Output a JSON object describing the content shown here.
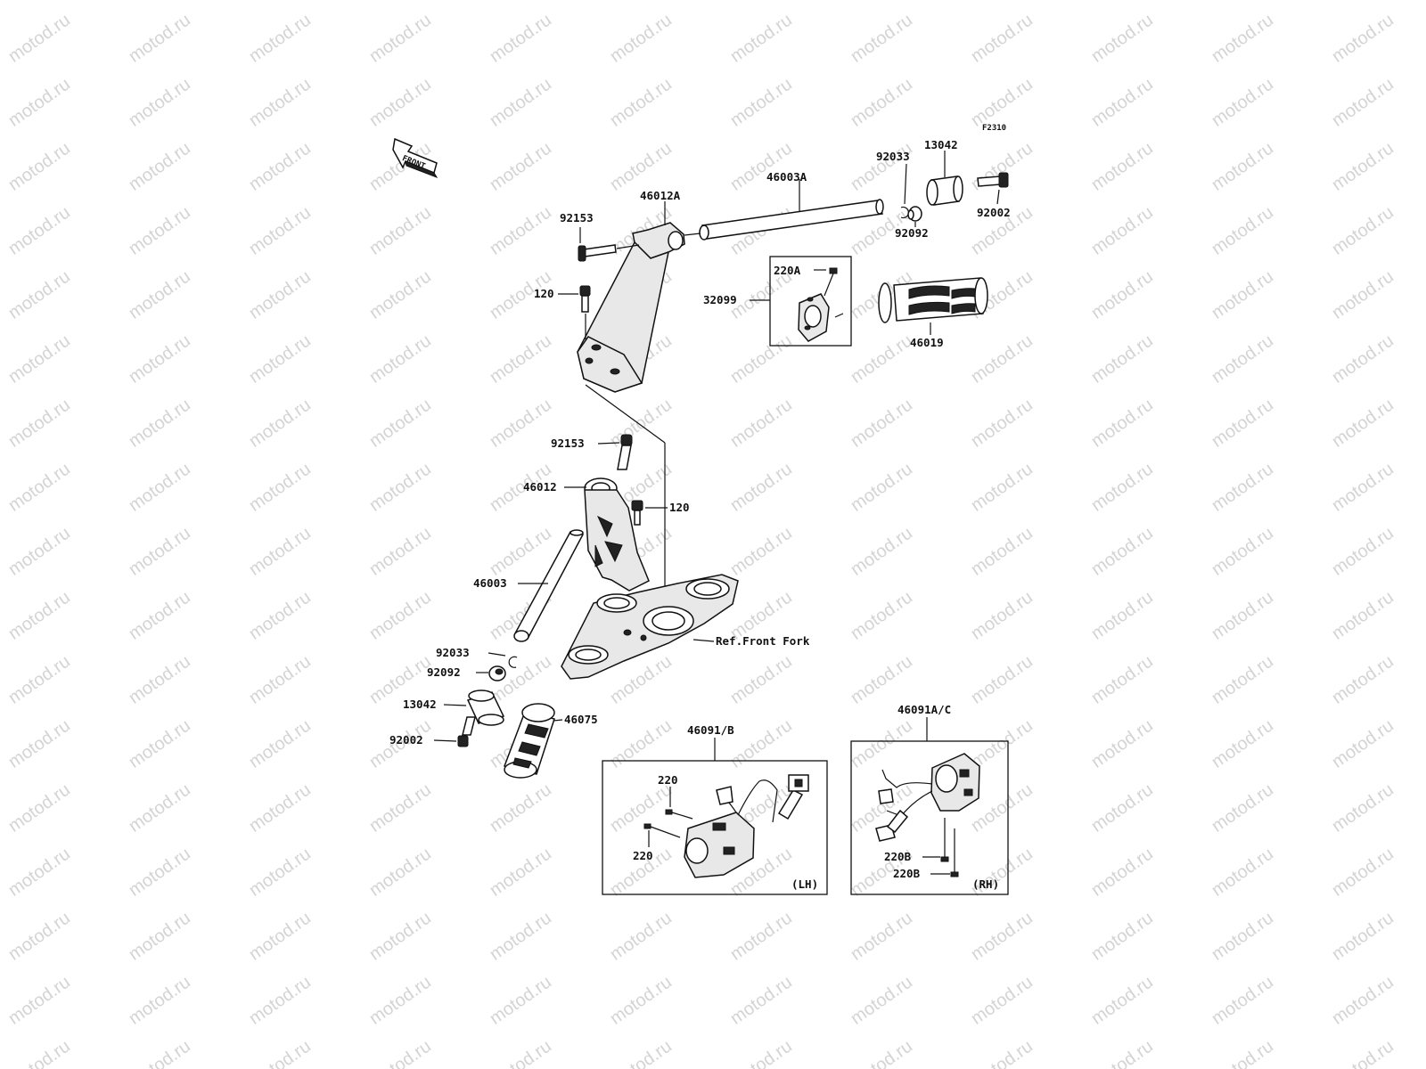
{
  "figure_code": "F2310",
  "front_arrow_label": "FRONT",
  "watermark_text": "motod.ru",
  "parts": {
    "bar_right": "46003A",
    "clip_top": "92033",
    "weight_top": "13042",
    "collar_top": "92092",
    "bolt_end_top": "92002",
    "holder_upper": "46012A",
    "bolt_holder_upper": "92153",
    "bolt_120_top": "120",
    "throttle_case": "32099",
    "screw_220a": "220A",
    "grip_right": "46019",
    "bolt_holder_lower": "92153",
    "holder_lower": "46012",
    "bolt_120_lower": "120",
    "bar_left": "46003",
    "clip_bottom": "92033",
    "collar_bottom": "92092",
    "weight_bottom": "13042",
    "bolt_end_bottom": "92002",
    "grip_left": "46075",
    "ref_front_fork": "Ref.Front Fork",
    "switch_lh": "46091/B",
    "screw_220_a": "220",
    "screw_220_b": "220",
    "switch_rh": "46091A/C",
    "screw_220b_a": "220B",
    "screw_220b_b": "220B"
  },
  "boxes": {
    "lh_tag": "(LH)",
    "rh_tag": "(RH)"
  }
}
